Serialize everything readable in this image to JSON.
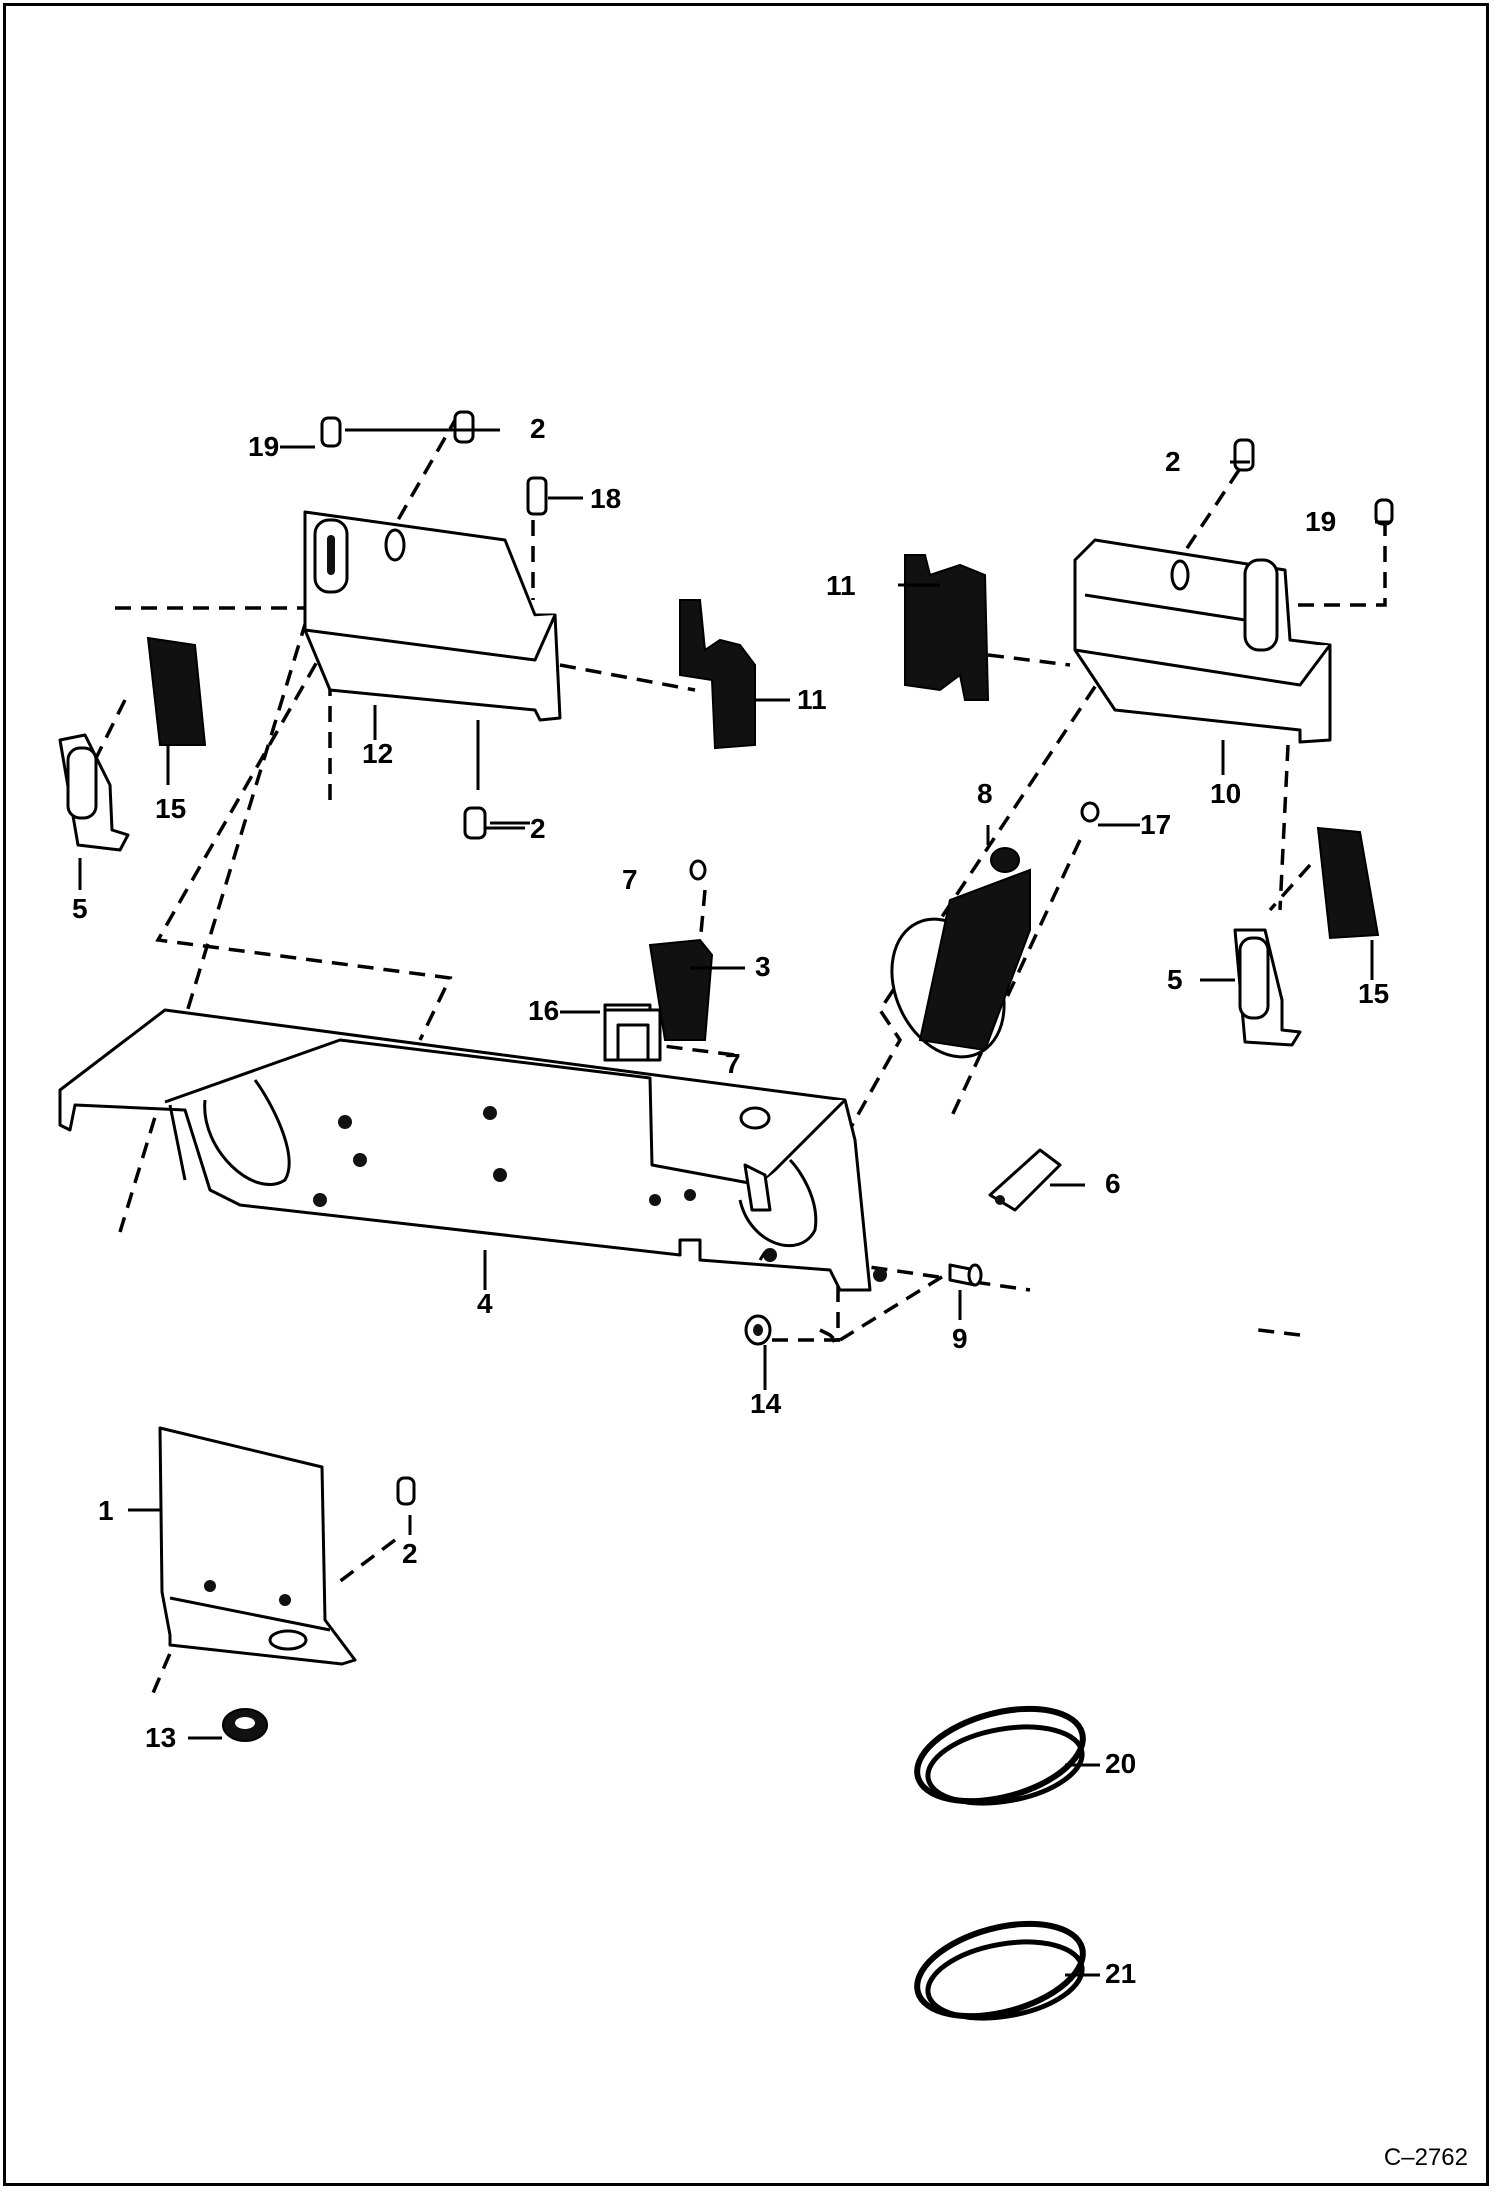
{
  "figure": {
    "code": "C–2762"
  },
  "callouts": {
    "c1": "1",
    "c2a": "2",
    "c2b": "2",
    "c2c": "2",
    "c2d": "2",
    "c3": "3",
    "c4": "4",
    "c5a": "5",
    "c5b": "5",
    "c6": "6",
    "c7a": "7",
    "c7b": "7",
    "c8": "8",
    "c9": "9",
    "c10": "10",
    "c11a": "11",
    "c11b": "11",
    "c12": "12",
    "c13": "13",
    "c14": "14",
    "c15a": "15",
    "c15b": "15",
    "c16": "16",
    "c17": "17",
    "c18": "18",
    "c19a": "19",
    "c19b": "19",
    "c20": "20",
    "c21": "21"
  }
}
